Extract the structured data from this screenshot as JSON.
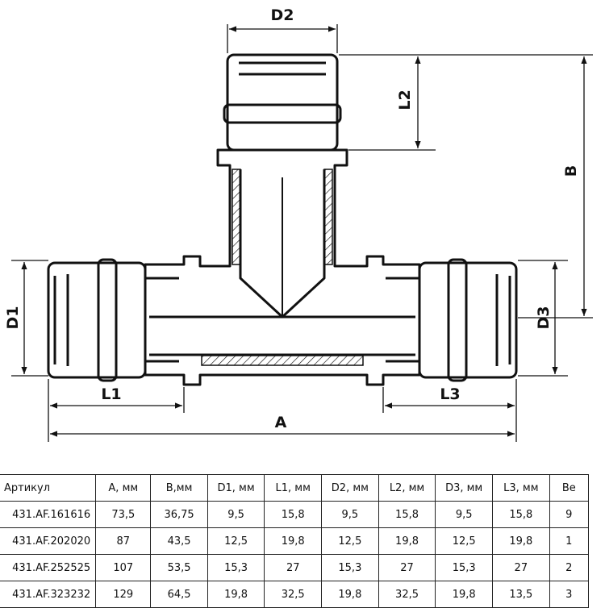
{
  "diagram": {
    "labels": {
      "d1": "D1",
      "d2": "D2",
      "d3": "D3",
      "l1": "L1",
      "l2": "L2",
      "l3": "L3",
      "a": "A",
      "b": "B"
    }
  },
  "table": {
    "headers": [
      "Артикул",
      "A, мм",
      "B,мм",
      "D1, мм",
      "L1, мм",
      "D2, мм",
      "L2, мм",
      "D3, мм",
      "L3, мм",
      "Ве"
    ],
    "rows": [
      [
        "431.AF.161616",
        "73,5",
        "36,75",
        "9,5",
        "15,8",
        "9,5",
        "15,8",
        "9,5",
        "15,8",
        "9"
      ],
      [
        "431.AF.202020",
        "87",
        "43,5",
        "12,5",
        "19,8",
        "12,5",
        "19,8",
        "12,5",
        "19,8",
        "1"
      ],
      [
        "431.AF.252525",
        "107",
        "53,5",
        "15,3",
        "27",
        "15,3",
        "27",
        "15,3",
        "27",
        "2"
      ],
      [
        "431.AF.323232",
        "129",
        "64,5",
        "19,8",
        "32,5",
        "19,8",
        "32,5",
        "19,8",
        "13,5",
        "3"
      ]
    ]
  }
}
